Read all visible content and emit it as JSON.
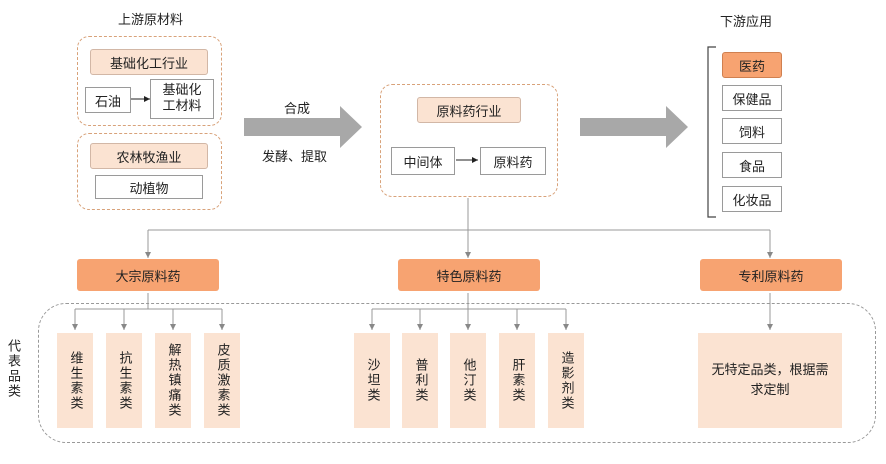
{
  "upstream": {
    "title": "上游原材料",
    "basic_chem": {
      "header": "基础化工行业",
      "left_box": "石油",
      "right_box": "基础化\n工材料"
    },
    "agri": {
      "header": "农林牧渔业",
      "box": "动植物"
    }
  },
  "arrow_labels": {
    "top": "合成",
    "bottom": "发酵、提取"
  },
  "center": {
    "header": "原料药行业",
    "left_box": "中间体",
    "right_box": "原料药"
  },
  "downstream": {
    "title": "下游应用",
    "items": [
      "医药",
      "保健品",
      "饲料",
      "食品",
      "化妆品"
    ]
  },
  "categories": {
    "bulk": {
      "label": "大宗原料药",
      "items": [
        "维生素类",
        "抗生素类",
        "解热镇痛类",
        "皮质激素类"
      ]
    },
    "specialty": {
      "label": "特色原料药",
      "items": [
        "沙坦类",
        "普利类",
        "他汀类",
        "肝素类",
        "造影剂类"
      ]
    },
    "patent": {
      "label": "专利原料药",
      "desc": "无特定品类，根据需求定制"
    }
  },
  "side_label": "代表品类",
  "colors": {
    "highlight": "#f7a371",
    "peach": "#fbe3d2",
    "dash": "#d8a27a",
    "arrow": "#a8a8a8"
  }
}
